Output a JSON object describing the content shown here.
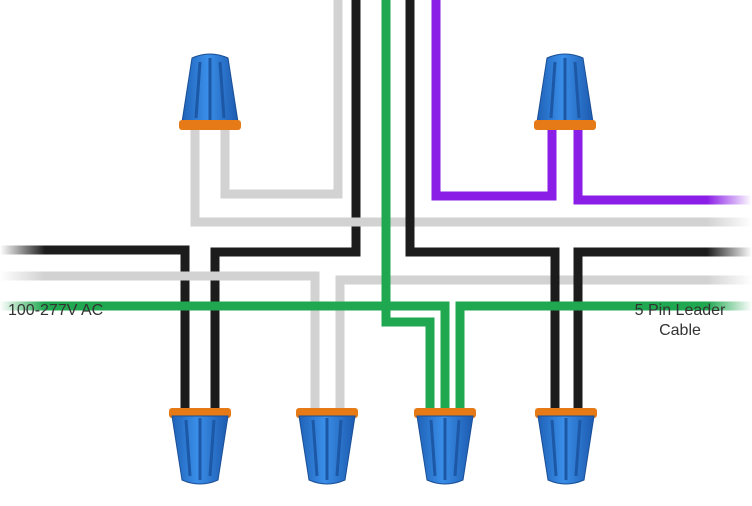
{
  "labels": {
    "left": "100-277V AC",
    "right_line1": "5 Pin Leader",
    "right_line2": "Cable"
  },
  "colors": {
    "black_wire": "#1c1c1c",
    "white_wire": "#d2d2d2",
    "green_wire": "#1fa84f",
    "purple_wire": "#8a1ee6",
    "connector_blue": "#2f7fd6",
    "connector_ring": "#e57a16"
  },
  "connectors": [
    {
      "name": "top-left-connector",
      "wires": [
        "white",
        "white"
      ]
    },
    {
      "name": "top-right-connector",
      "wires": [
        "purple",
        "purple"
      ]
    },
    {
      "name": "bottom-black-connector",
      "wires": [
        "black",
        "black"
      ]
    },
    {
      "name": "bottom-white-connector",
      "wires": [
        "white",
        "white"
      ]
    },
    {
      "name": "bottom-green-connector",
      "wires": [
        "green",
        "green",
        "green"
      ]
    },
    {
      "name": "bottom-right-black-connector",
      "wires": [
        "black",
        "black"
      ]
    }
  ]
}
